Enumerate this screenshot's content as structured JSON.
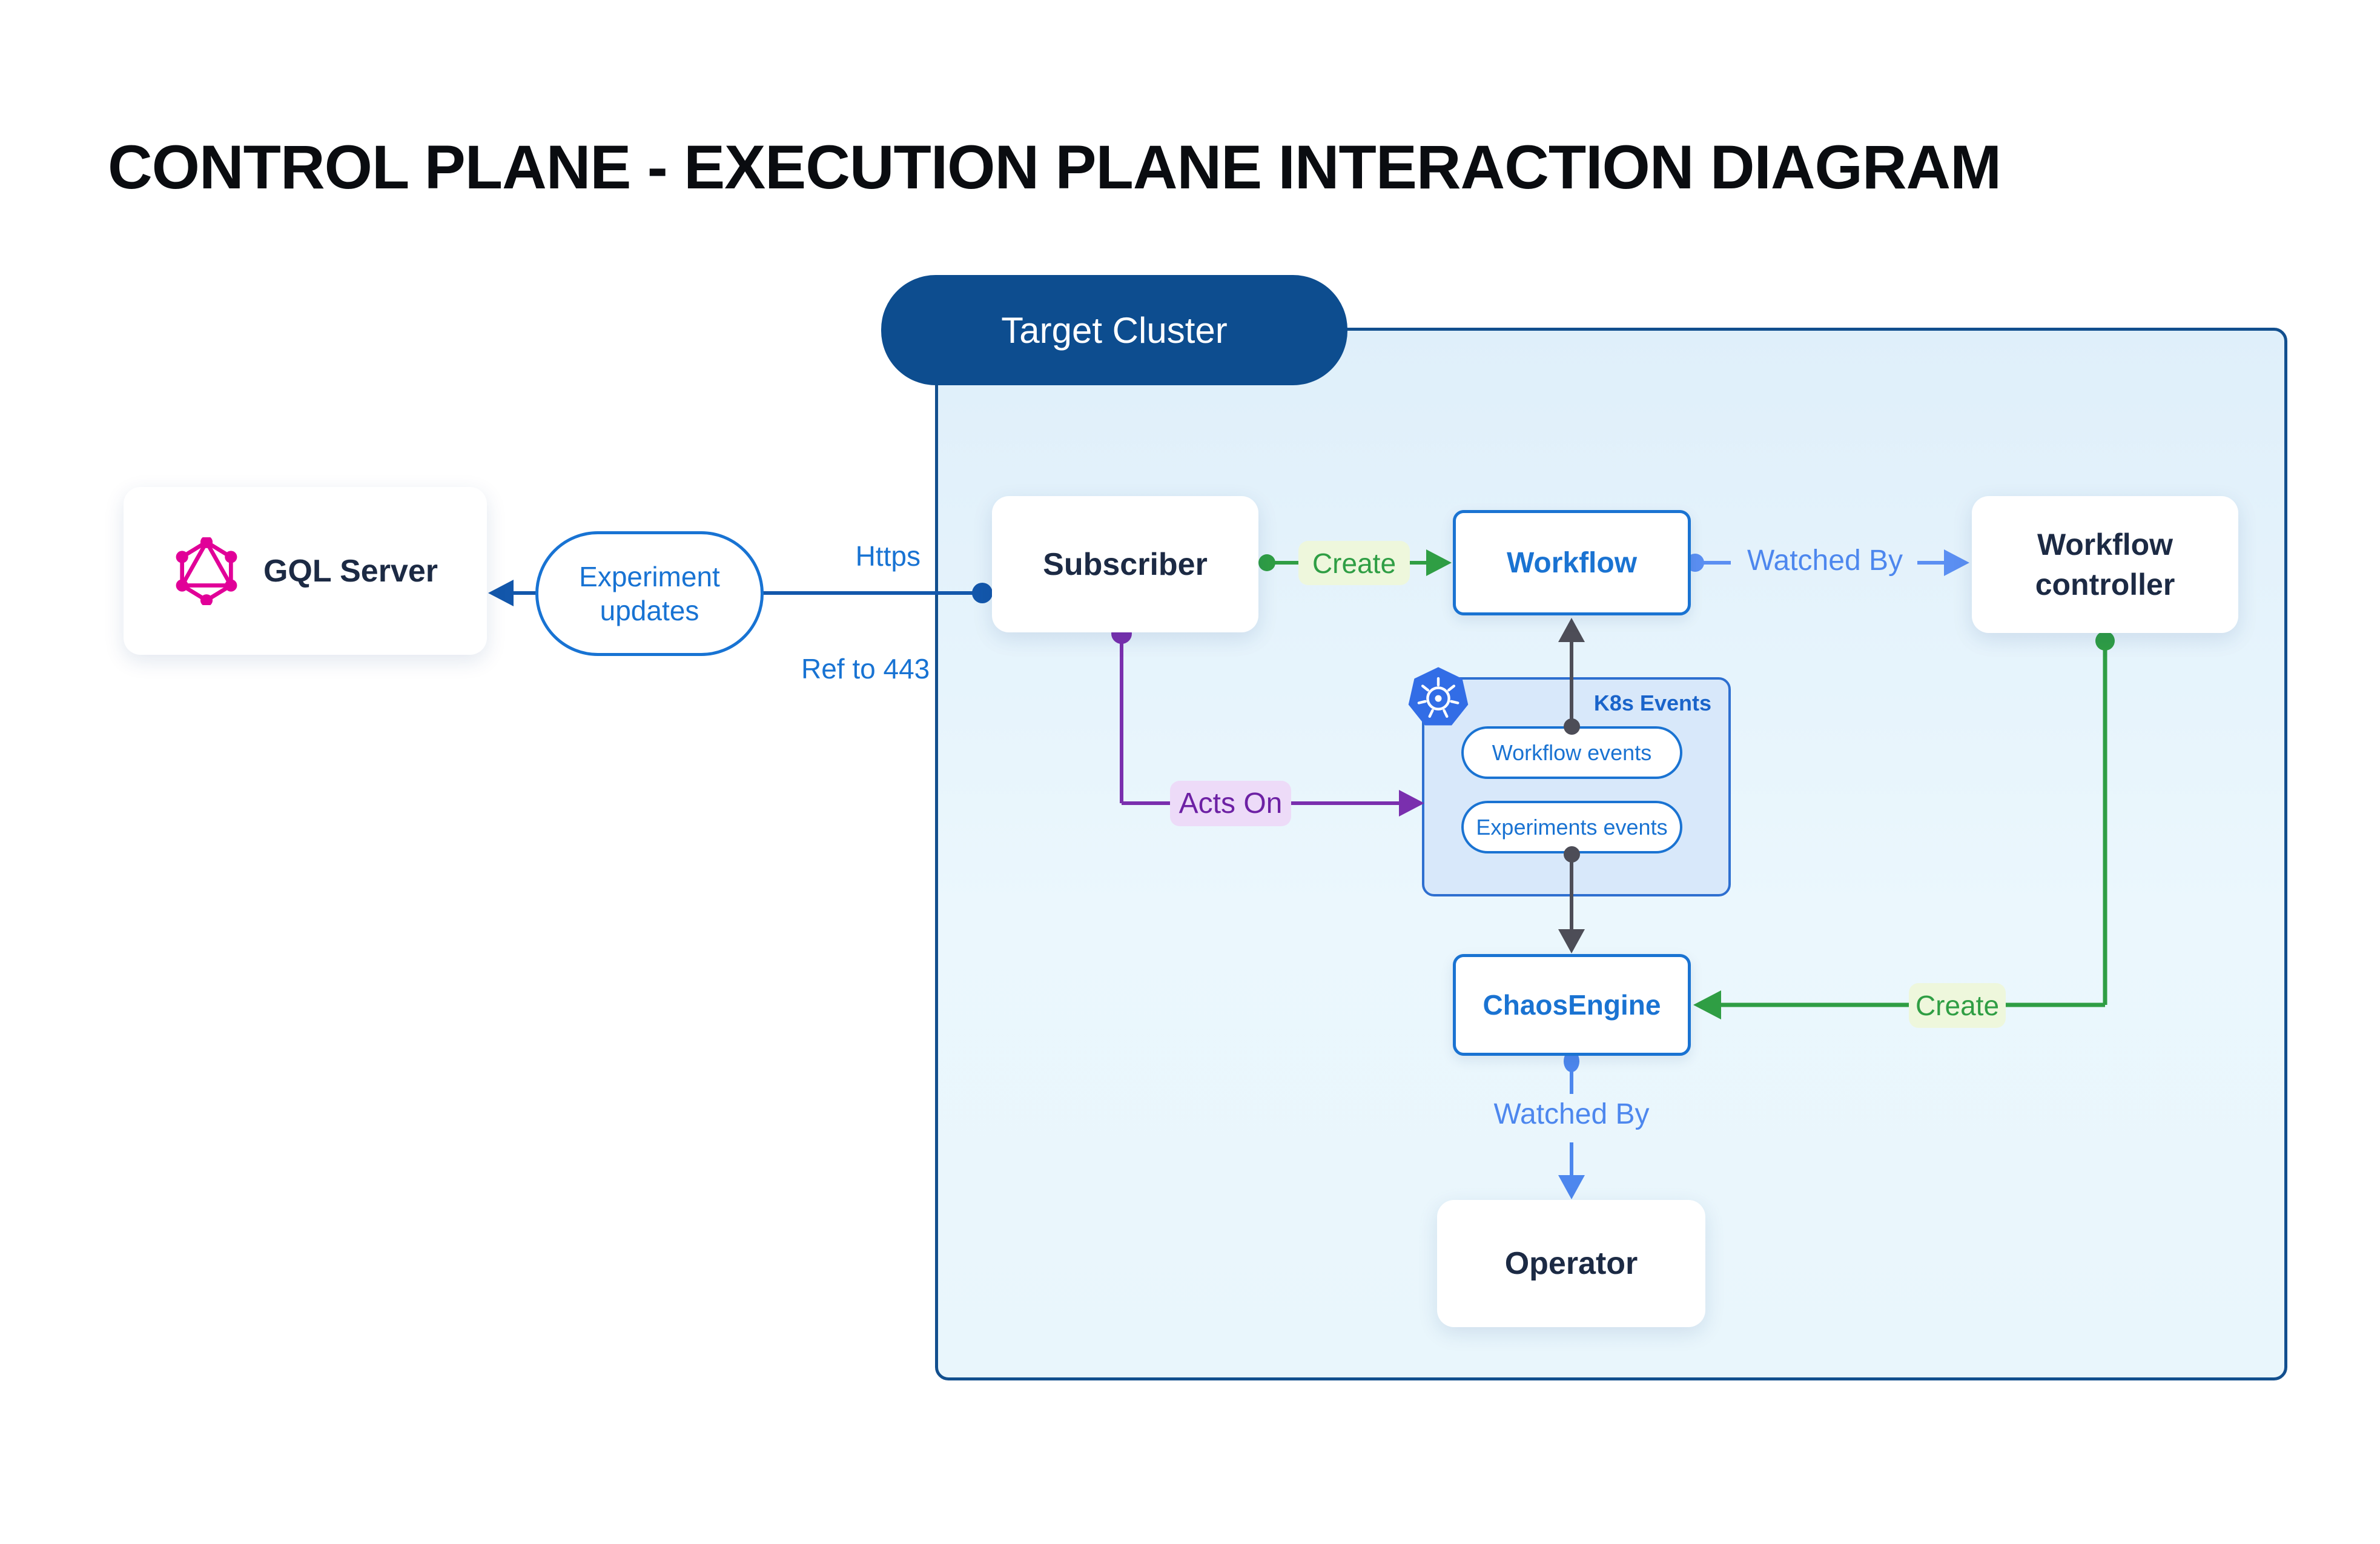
{
  "title": "CONTROL PLANE - EXECUTION PLANE INTERACTION DIAGRAM",
  "cluster": {
    "label": "Target Cluster",
    "fill": "#e9f6fc",
    "border": "#124f8e",
    "pill_color": "#0d4d8f"
  },
  "nodes": {
    "gql_server": {
      "label": "GQL Server",
      "icon": "graphql-logo",
      "icon_color": "#e10098"
    },
    "subscriber": {
      "label": "Subscriber"
    },
    "workflow": {
      "label": "Workflow",
      "accent": "#1a73d2"
    },
    "workflow_controller": {
      "label": "Workflow controller"
    },
    "chaos_engine": {
      "label": "ChaosEngine",
      "accent": "#1a73d2"
    },
    "operator": {
      "label": "Operator"
    }
  },
  "k8s_events": {
    "title": "K8s Events",
    "icon": "kubernetes-logo",
    "icon_color": "#326de6",
    "fill": "#d8e8fa",
    "pills": [
      {
        "label": "Workflow events"
      },
      {
        "label": "Experiments events"
      }
    ]
  },
  "edges": {
    "experiment_updates": {
      "label": "Experiment updates",
      "color": "#1873d3"
    },
    "https": {
      "label": "Https",
      "color": "#1873d3"
    },
    "ref_443": {
      "label": "Ref to 443",
      "color": "#1873d3"
    },
    "create_workflow": {
      "label": "Create",
      "color": "#2f9e44",
      "bg": "#eef7dc"
    },
    "watched_by_workflow": {
      "label": "Watched By",
      "color": "#4d87ee"
    },
    "acts_on": {
      "label": "Acts On",
      "color": "#6d21a4",
      "bg": "#eddbf8"
    },
    "create_chaosengine": {
      "label": "Create",
      "color": "#2f9e44",
      "bg": "#eef7dc"
    },
    "watched_by_operator": {
      "label": "Watched By",
      "color": "#4d87ee"
    }
  },
  "connector_colors": {
    "https_line": "#1357ab",
    "green": "#2f9e44",
    "purple": "#7a2fae",
    "light_blue": "#5b8ff2",
    "dark": "#4d4d57"
  }
}
